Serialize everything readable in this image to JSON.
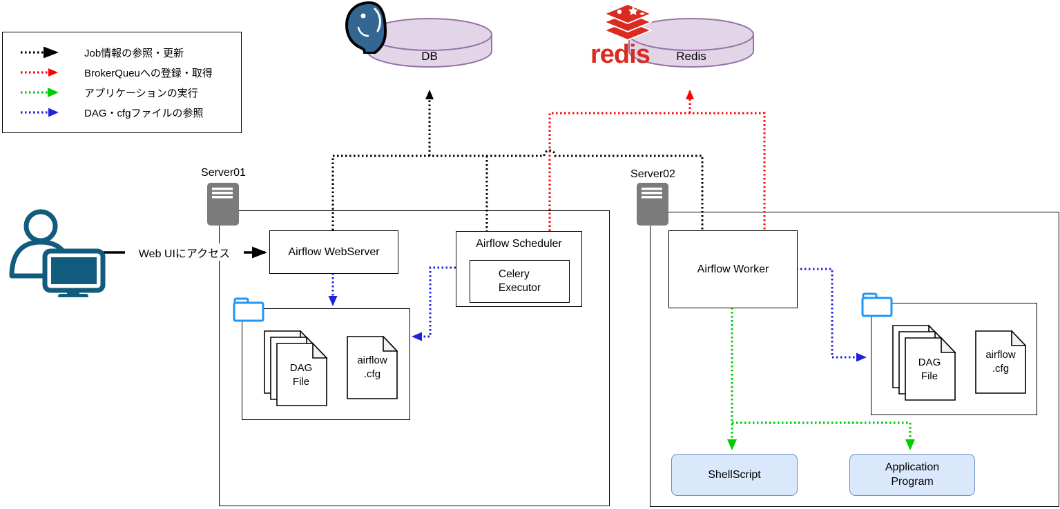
{
  "legend": {
    "items": [
      {
        "id": "job-info",
        "label": "Job情報の参照・更新",
        "color": "#000000"
      },
      {
        "id": "broker-queue",
        "label": "BrokerQueuへの登録・取得",
        "color": "#FF0000"
      },
      {
        "id": "app-exec",
        "label": "アプリケーションの実行",
        "color": "#00CC00"
      },
      {
        "id": "dag-cfg",
        "label": "DAG・cfgファイルの参照",
        "color": "#2222DD"
      }
    ]
  },
  "user_flow": {
    "access_label": "Web UIにアクセス"
  },
  "db": {
    "label": "DB"
  },
  "redis": {
    "label": "Redis",
    "wordmark": "redis"
  },
  "server01": {
    "label": "Server01",
    "webserver_label": "Airflow WebServer",
    "scheduler_label": "Airflow Scheduler",
    "executor_label": "Celery\nExecutor",
    "dag_file_label": "DAG\nFile",
    "cfg_label": "airflow\n.cfg"
  },
  "server02": {
    "label": "Server02",
    "worker_label": "Airflow Worker",
    "dag_file_label": "DAG\nFile",
    "cfg_label": "airflow\n.cfg",
    "shellscript_label": "ShellScript",
    "application_label": "Application\nProgram"
  },
  "colors": {
    "cylinder_fill": "#E1D5E7",
    "cylinder_stroke": "#9673A6",
    "blue_box_fill": "#DAE8FC",
    "blue_box_stroke": "#6C8EBF",
    "folder_icon": "#2196F3",
    "server_icon": "#7B7B7B",
    "user_icon": "#115B7D",
    "postgres_blue": "#336791",
    "redis_red": "#D92B1F"
  }
}
